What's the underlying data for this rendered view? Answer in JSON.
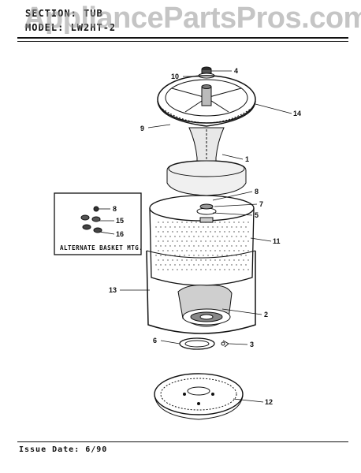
{
  "header": {
    "section_line": "SECTION:  TUB",
    "model_line": "MODEL:  LW2HT-2"
  },
  "watermark": "AppliancePartsPros.com",
  "footer": {
    "issue_date": "Issue Date: 6/90"
  },
  "inset": {
    "label": "ALTERNATE BASKET MTG."
  },
  "callouts": {
    "c1": "1",
    "c2": "2",
    "c3": "3",
    "c4": "4",
    "c5": "5",
    "c6": "6",
    "c7": "7",
    "c8": "8",
    "c9": "9",
    "c10": "10",
    "c11": "11",
    "c12": "12",
    "c13": "13",
    "c14": "14",
    "i8": "8",
    "i15": "15",
    "i16": "16"
  },
  "colors": {
    "ink": "#111111",
    "watermark": "#969696"
  }
}
